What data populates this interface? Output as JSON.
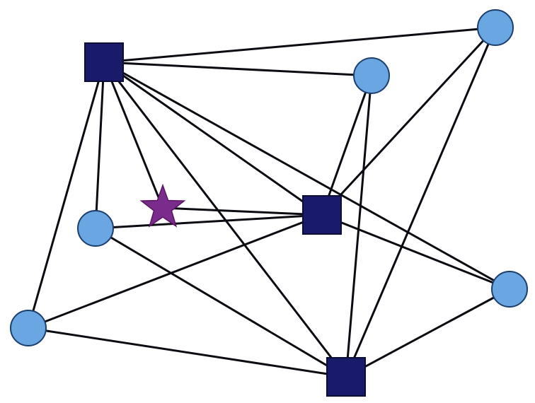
{
  "diagram": {
    "type": "network-graph",
    "colors": {
      "edge": "#0b0b12",
      "circle_fill": "#6aa6e2",
      "square_fill": "#1a1a6b",
      "star_fill": "#7a2c8c",
      "background": "#ffffff"
    },
    "nodes": [
      {
        "id": "S1",
        "shape": "square"
      },
      {
        "id": "S2",
        "shape": "square"
      },
      {
        "id": "S3",
        "shape": "square"
      },
      {
        "id": "C1",
        "shape": "circle"
      },
      {
        "id": "C2",
        "shape": "circle"
      },
      {
        "id": "C3",
        "shape": "circle"
      },
      {
        "id": "C4",
        "shape": "circle"
      },
      {
        "id": "C5",
        "shape": "circle"
      },
      {
        "id": "ST",
        "shape": "star"
      }
    ],
    "edges": [
      [
        "S1",
        "C1"
      ],
      [
        "S1",
        "C2"
      ],
      [
        "S1",
        "C3"
      ],
      [
        "S1",
        "C4"
      ],
      [
        "S1",
        "C5"
      ],
      [
        "S1",
        "ST"
      ],
      [
        "S1",
        "S3"
      ],
      [
        "S1",
        "S2"
      ],
      [
        "C1",
        "S2"
      ],
      [
        "C1",
        "S3"
      ],
      [
        "C2",
        "S2"
      ],
      [
        "C2",
        "S3"
      ],
      [
        "ST",
        "S2"
      ],
      [
        "C3",
        "S2"
      ],
      [
        "C3",
        "S3"
      ],
      [
        "S2",
        "C5"
      ],
      [
        "S2",
        "C4"
      ],
      [
        "C4",
        "S3"
      ],
      [
        "C5",
        "S3"
      ]
    ]
  }
}
